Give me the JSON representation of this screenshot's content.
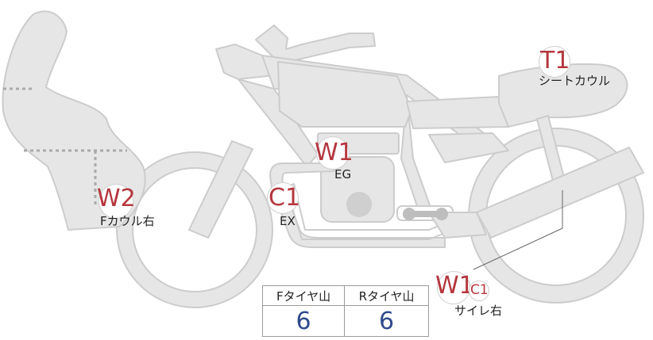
{
  "markers": {
    "t1": {
      "code": "T1",
      "label": "シートカウル"
    },
    "w1_eg": {
      "code": "W1",
      "label": "EG"
    },
    "c1_ex": {
      "code": "C1",
      "label": "EX"
    },
    "w2": {
      "code": "W2",
      "label": "Fカウル右"
    },
    "w1_side": {
      "code": "W1",
      "sub_code": "C1",
      "label": "サイレ右"
    }
  },
  "tire_table": {
    "front_header": "Fタイヤ山",
    "rear_header": "Rタイヤ山",
    "front_value": "6",
    "rear_value": "6"
  },
  "colors": {
    "body_fill": "#e6e6e6",
    "outline": "#cccccc",
    "marker_red": "#b5363e",
    "value_blue": "#2e4a8c"
  }
}
